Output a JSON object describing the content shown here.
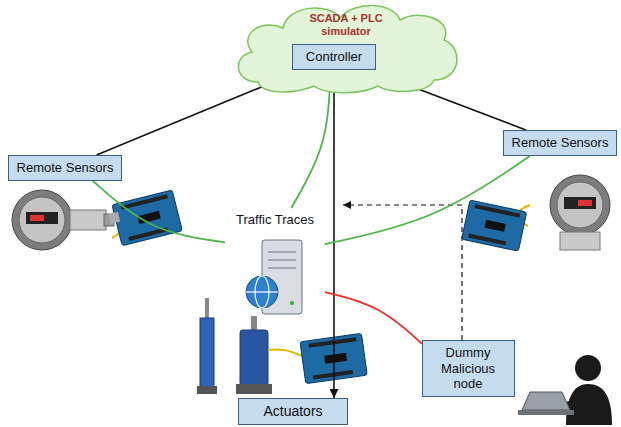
{
  "diagram": {
    "nodes": [
      {
        "text": [
          "SCADA + PLC simulator"
        ]
      },
      {
        "text": [
          "Controller"
        ],
        "in": 0
      },
      {
        "text": [
          "Remote Sensors"
        ]
      },
      {
        "text": [
          "Remote Sensors"
        ]
      },
      {
        "text": [
          "Traffic Traces"
        ]
      },
      {
        "text": [
          "Dummy Malicious node"
        ]
      },
      {
        "text": [
          "Actuators"
        ]
      }
    ],
    "edges": [
      {
        "from": 2,
        "to": 1,
        "arrow": "to"
      },
      {
        "from": 3,
        "to": 1,
        "arrow": "to"
      },
      {
        "from": 1,
        "to": 6,
        "arrow": "to"
      },
      {
        "from": 1,
        "to": 4,
        "arrow": "none"
      },
      {
        "from": 2,
        "to": 4,
        "arrow": "none"
      },
      {
        "from": 3,
        "to": 4,
        "arrow": "none"
      },
      {
        "from": 5,
        "to": 4,
        "arrow": "none"
      }
    ]
  }
}
